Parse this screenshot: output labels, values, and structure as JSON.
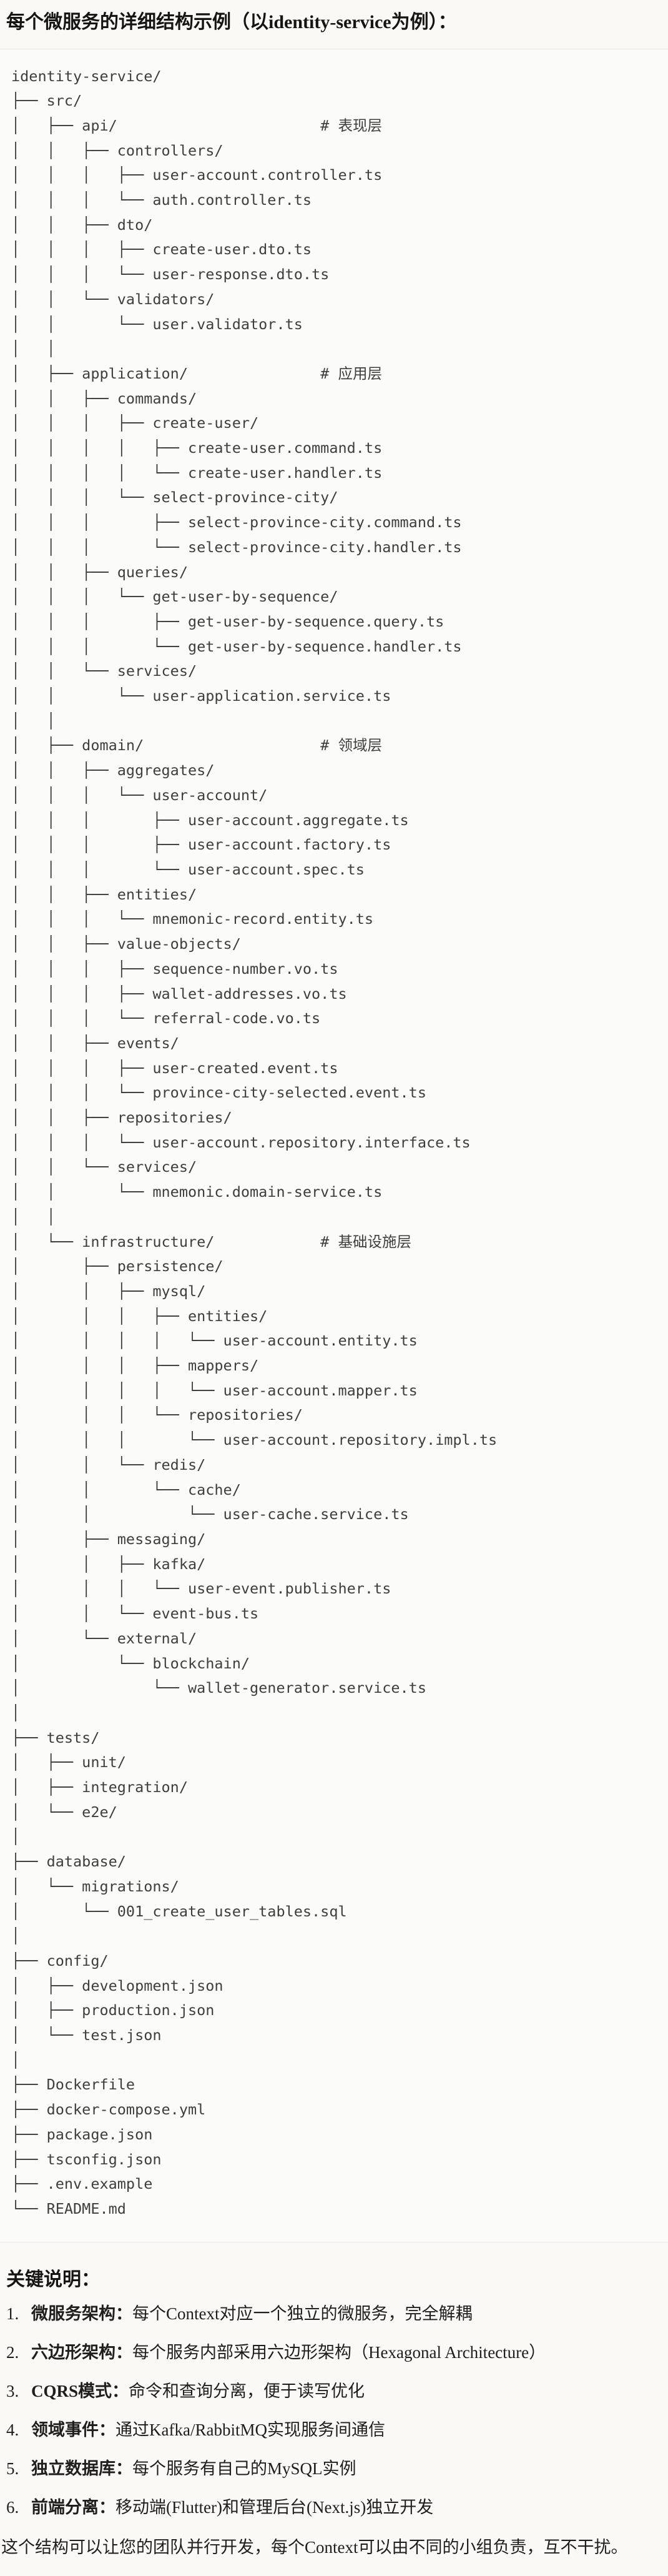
{
  "title": "每个微服务的详细结构示例（以identity-service为例）：",
  "code_block": {
    "language": "text",
    "lines": [
      "identity-service/",
      "├── src/",
      "│   ├── api/                       # 表现层",
      "│   │   ├── controllers/",
      "│   │   │   ├── user-account.controller.ts",
      "│   │   │   └── auth.controller.ts",
      "│   │   ├── dto/",
      "│   │   │   ├── create-user.dto.ts",
      "│   │   │   └── user-response.dto.ts",
      "│   │   └── validators/",
      "│   │       └── user.validator.ts",
      "│   │",
      "│   ├── application/               # 应用层",
      "│   │   ├── commands/",
      "│   │   │   ├── create-user/",
      "│   │   │   │   ├── create-user.command.ts",
      "│   │   │   │   └── create-user.handler.ts",
      "│   │   │   └── select-province-city/",
      "│   │   │       ├── select-province-city.command.ts",
      "│   │   │       └── select-province-city.handler.ts",
      "│   │   ├── queries/",
      "│   │   │   └── get-user-by-sequence/",
      "│   │   │       ├── get-user-by-sequence.query.ts",
      "│   │   │       └── get-user-by-sequence.handler.ts",
      "│   │   └── services/",
      "│   │       └── user-application.service.ts",
      "│   │",
      "│   ├── domain/                    # 领域层",
      "│   │   ├── aggregates/",
      "│   │   │   └── user-account/",
      "│   │   │       ├── user-account.aggregate.ts",
      "│   │   │       ├── user-account.factory.ts",
      "│   │   │       └── user-account.spec.ts",
      "│   │   ├── entities/",
      "│   │   │   └── mnemonic-record.entity.ts",
      "│   │   ├── value-objects/",
      "│   │   │   ├── sequence-number.vo.ts",
      "│   │   │   ├── wallet-addresses.vo.ts",
      "│   │   │   └── referral-code.vo.ts",
      "│   │   ├── events/",
      "│   │   │   ├── user-created.event.ts",
      "│   │   │   └── province-city-selected.event.ts",
      "│   │   ├── repositories/",
      "│   │   │   └── user-account.repository.interface.ts",
      "│   │   └── services/",
      "│   │       └── mnemonic.domain-service.ts",
      "│   │",
      "│   └── infrastructure/            # 基础设施层",
      "│       ├── persistence/",
      "│       │   ├── mysql/",
      "│       │   │   ├── entities/",
      "│       │   │   │   └── user-account.entity.ts",
      "│       │   │   ├── mappers/",
      "│       │   │   │   └── user-account.mapper.ts",
      "│       │   │   └── repositories/",
      "│       │   │       └── user-account.repository.impl.ts",
      "│       │   └── redis/",
      "│       │       └── cache/",
      "│       │           └── user-cache.service.ts",
      "│       ├── messaging/",
      "│       │   ├── kafka/",
      "│       │   │   └── user-event.publisher.ts",
      "│       │   └── event-bus.ts",
      "│       └── external/",
      "│           └── blockchain/",
      "│               └── wallet-generator.service.ts",
      "│",
      "├── tests/",
      "│   ├── unit/",
      "│   ├── integration/",
      "│   └── e2e/",
      "│",
      "├── database/",
      "│   └── migrations/",
      "│       └── 001_create_user_tables.sql",
      "│",
      "├── config/",
      "│   ├── development.json",
      "│   ├── production.json",
      "│   └── test.json",
      "│",
      "├── Dockerfile",
      "├── docker-compose.yml",
      "├── package.json",
      "├── tsconfig.json",
      "├── .env.example",
      "└── README.md"
    ]
  },
  "notes": {
    "heading": "关键说明：",
    "items": [
      {
        "num": "1.",
        "label": "微服务架构：",
        "text": "每个Context对应一个独立的微服务，完全解耦"
      },
      {
        "num": "2.",
        "label": "六边形架构：",
        "text": "每个服务内部采用六边形架构（Hexagonal Architecture）"
      },
      {
        "num": "3.",
        "label": "CQRS模式：",
        "text": "命令和查询分离，便于读写优化"
      },
      {
        "num": "4.",
        "label": "领域事件：",
        "text": "通过Kafka/RabbitMQ实现服务间通信"
      },
      {
        "num": "5.",
        "label": "独立数据库：",
        "text": "每个服务有自己的MySQL实例"
      },
      {
        "num": "6.",
        "label": "前端分离：",
        "text": "移动端(Flutter)和管理后台(Next.js)独立开发"
      }
    ],
    "closing": "这个结构可以让您的团队并行开发，每个Context可以由不同的小组负责，互不干扰。"
  },
  "colors": {
    "page_bg": "#FAF9F5",
    "code_bg": "#FBFBF9",
    "code_border": "#E8E6E0",
    "code_text": "#3E3E3A",
    "body_text": "#1F1E1D"
  }
}
